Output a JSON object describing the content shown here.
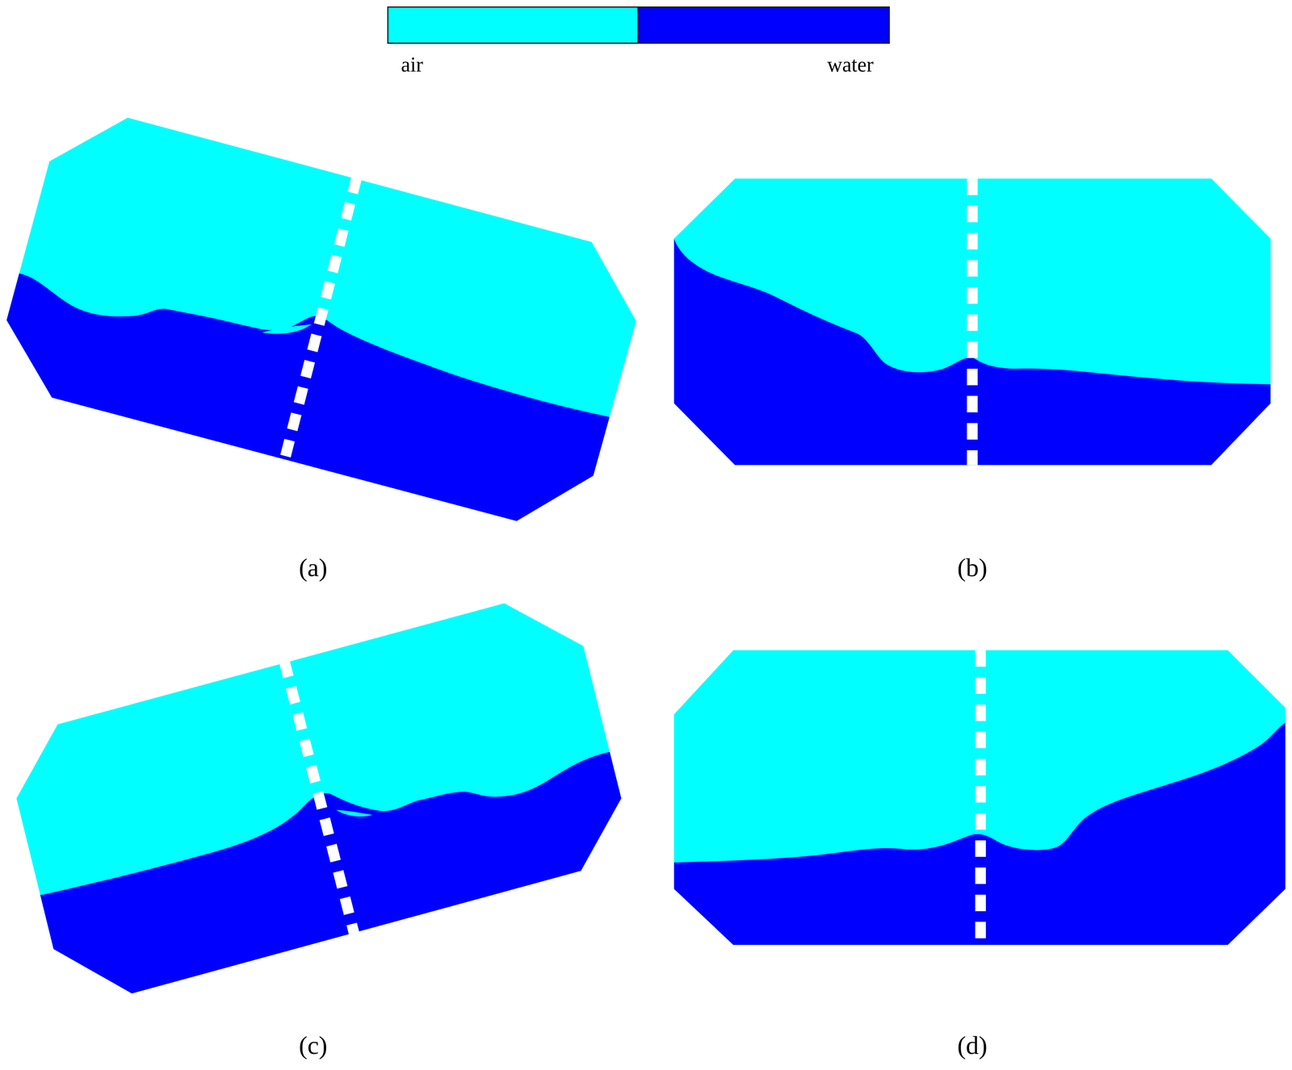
{
  "diagram": {
    "labels": [
      "(a)",
      "(b)",
      "(c)",
      "(d)"
    ],
    "legend": [
      {
        "text": "air",
        "color": "#00ffff"
      },
      {
        "text": "water",
        "color": "#0000ff"
      }
    ]
  }
}
